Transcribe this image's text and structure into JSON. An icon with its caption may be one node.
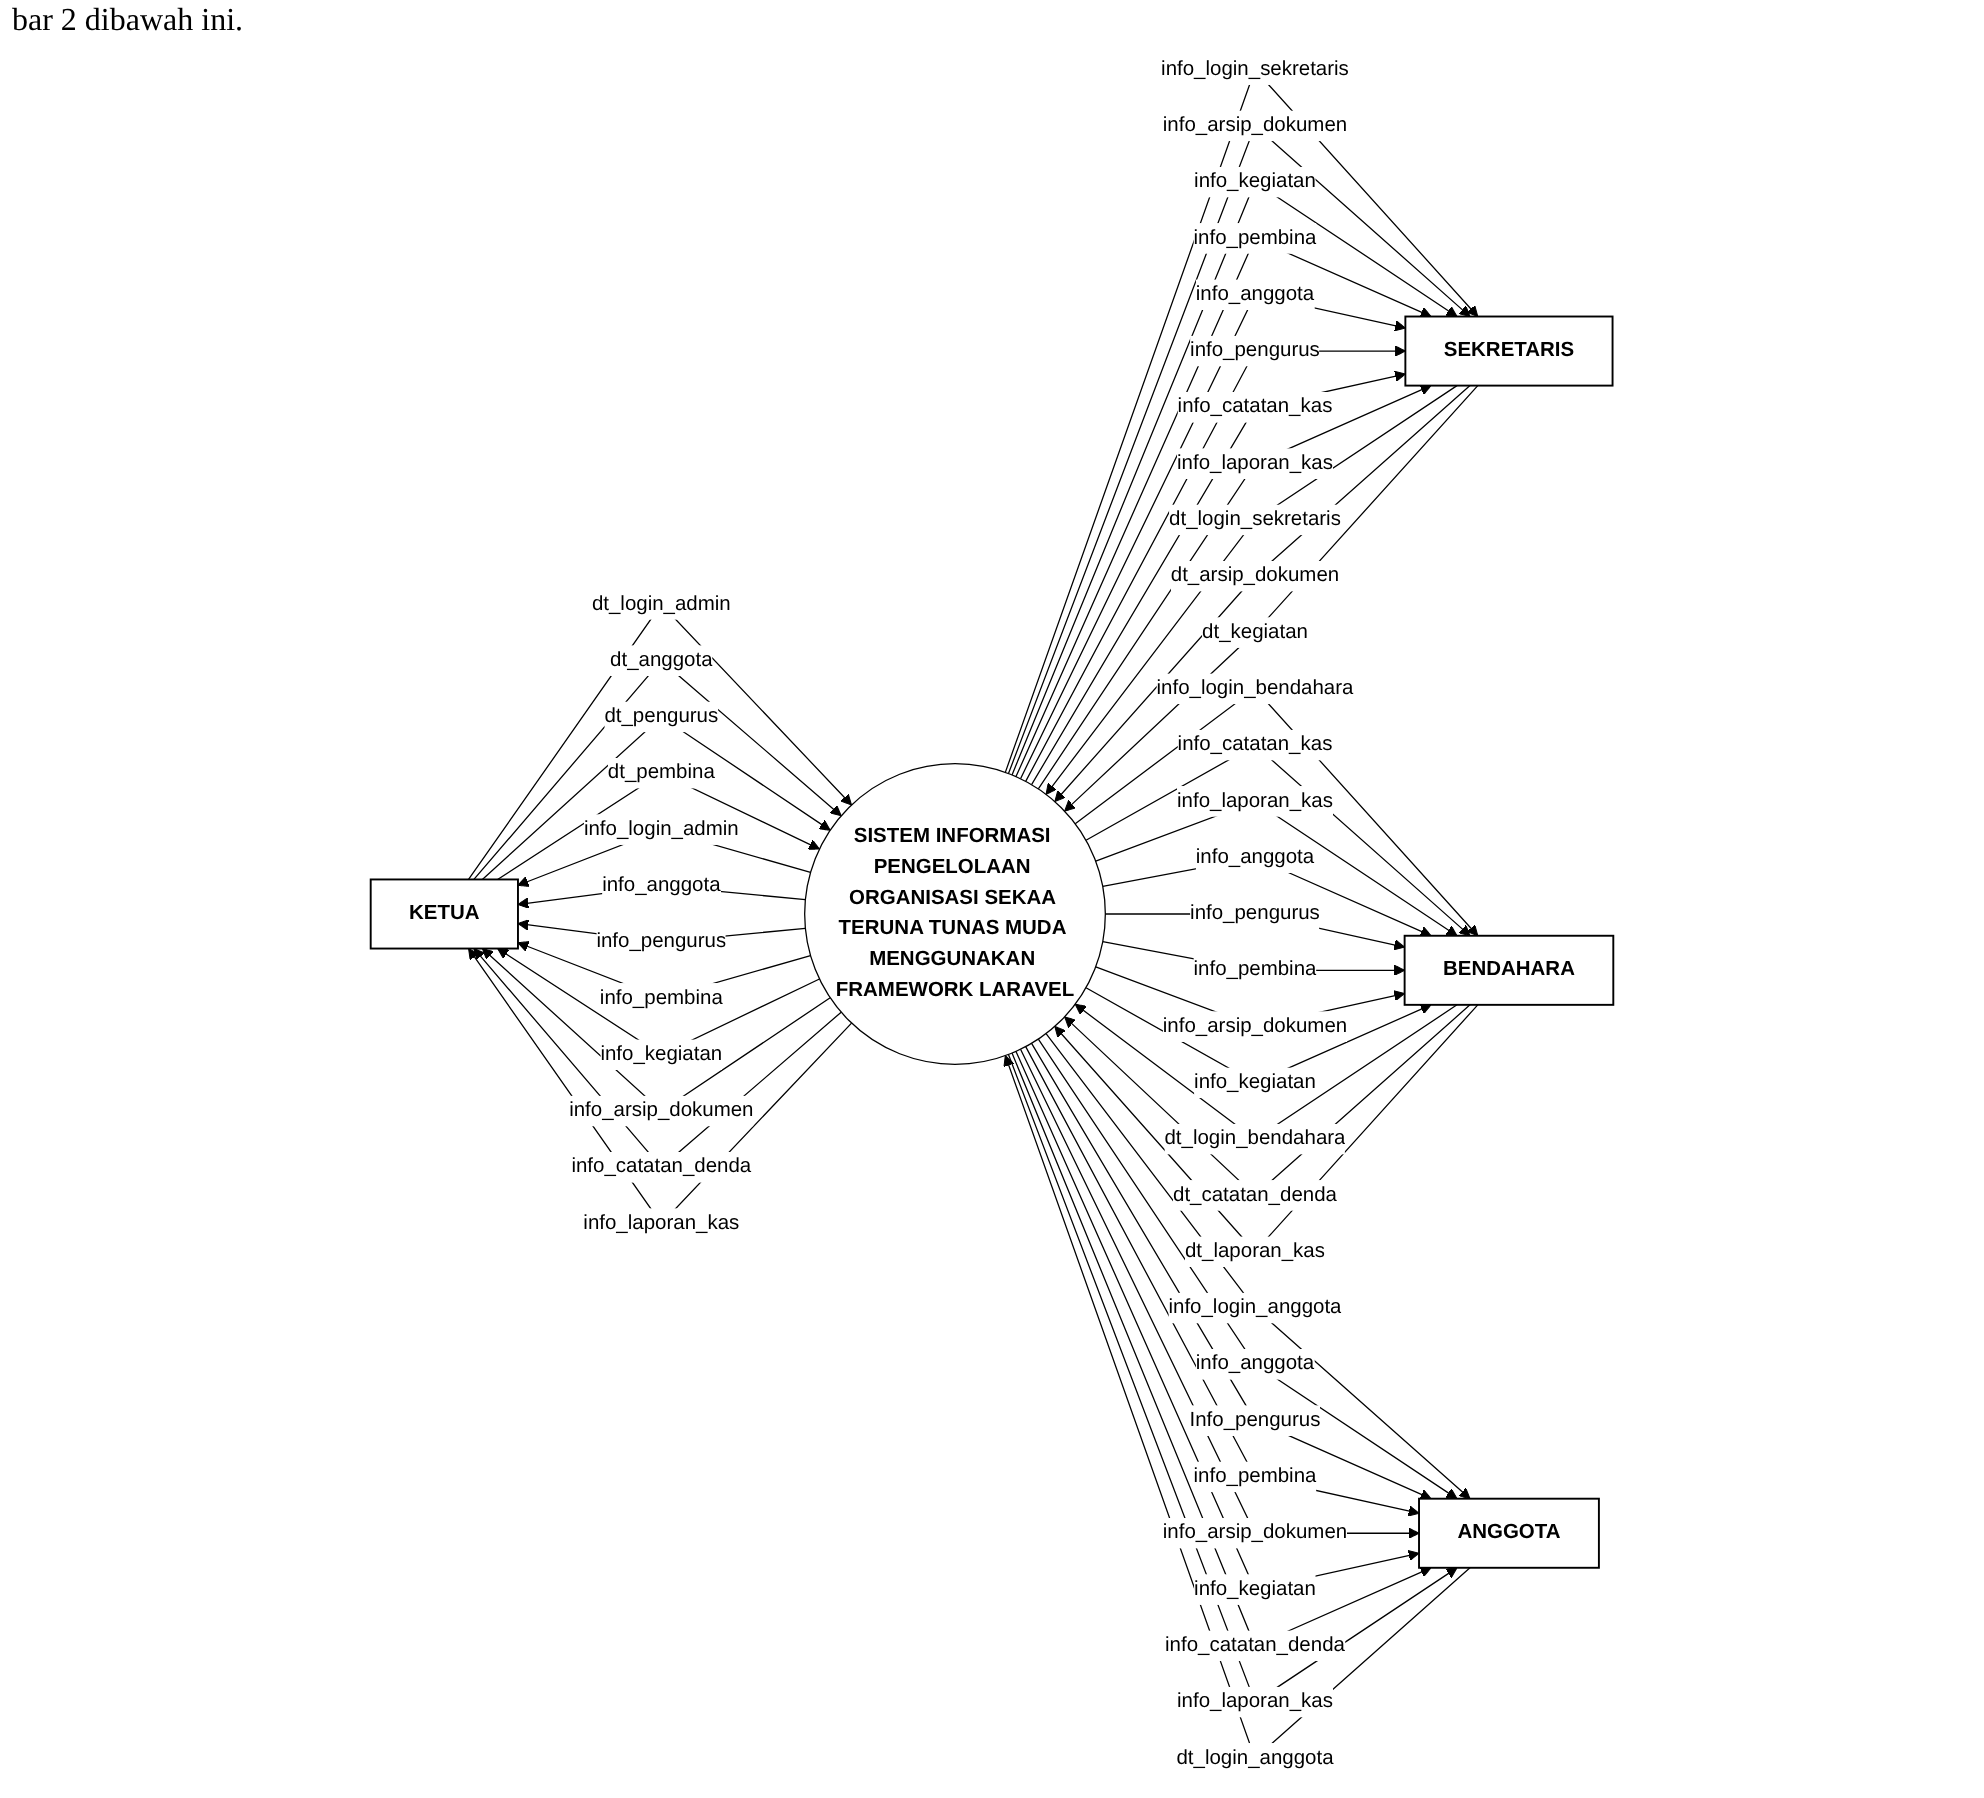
{
  "diagram": {
    "nodes": [
      {
        "text": [
          "KETUA"
        ]
      },
      {
        "text": [
          "SEKRETARIS"
        ]
      },
      {
        "text": [
          "SISTEM INFORMASI PENGELOLAAN ORGANISASI SEKAA TERUNA TUNAS MUDA MENGGUNAKAN FRAMEWORK LARAVEL"
        ]
      },
      {
        "text": [
          "BENDAHARA"
        ]
      },
      {
        "text": [
          "ANGGOTA"
        ]
      }
    ],
    "edges": [
      {
        "from": 0,
        "to": 2,
        "arrow": "to",
        "label": "dt_login_admin"
      },
      {
        "from": 0,
        "to": 2,
        "arrow": "to",
        "label": "dt_anggota"
      },
      {
        "from": 0,
        "to": 2,
        "arrow": "to",
        "label": "dt_pengurus"
      },
      {
        "from": 0,
        "to": 2,
        "arrow": "to",
        "label": "dt_pembina"
      },
      {
        "from": 2,
        "to": 0,
        "arrow": "to",
        "label": "info_login_admin"
      },
      {
        "from": 2,
        "to": 0,
        "arrow": "to",
        "label": "info_anggota"
      },
      {
        "from": 2,
        "to": 0,
        "arrow": "to",
        "label": "info_pengurus"
      },
      {
        "from": 2,
        "to": 0,
        "arrow": "to",
        "label": "info_pembina"
      },
      {
        "from": 2,
        "to": 0,
        "arrow": "to",
        "label": "info_kegiatan"
      },
      {
        "from": 2,
        "to": 0,
        "arrow": "to",
        "label": "info_arsip_dokumen"
      },
      {
        "from": 2,
        "to": 0,
        "arrow": "to",
        "label": "info_catatan_denda"
      },
      {
        "from": 2,
        "to": 0,
        "arrow": "to",
        "label": "info_laporan_kas"
      },
      {
        "from": 1,
        "to": 2,
        "arrow": "to",
        "label": "dt_login_sekretaris"
      },
      {
        "from": 1,
        "to": 2,
        "arrow": "to",
        "label": "dt_arsip_dokumen"
      },
      {
        "from": 1,
        "to": 2,
        "arrow": "to",
        "label": "dt_kegiatan"
      },
      {
        "from": 2,
        "to": 1,
        "arrow": "to",
        "label": "info_login_sekretaris"
      },
      {
        "from": 2,
        "to": 1,
        "arrow": "to",
        "label": "info_arsip_dokumen"
      },
      {
        "from": 2,
        "to": 1,
        "arrow": "to",
        "label": "info_kegiatan"
      },
      {
        "from": 2,
        "to": 1,
        "arrow": "to",
        "label": "info_pembina"
      },
      {
        "from": 2,
        "to": 1,
        "arrow": "to",
        "label": "info_anggota"
      },
      {
        "from": 2,
        "to": 1,
        "arrow": "to",
        "label": "info_pengurus"
      },
      {
        "from": 2,
        "to": 1,
        "arrow": "to",
        "label": "info_catatan_kas"
      },
      {
        "from": 2,
        "to": 1,
        "arrow": "to",
        "label": "info_laporan_kas"
      },
      {
        "from": 3,
        "to": 2,
        "arrow": "to",
        "label": "dt_login_bendahara"
      },
      {
        "from": 3,
        "to": 2,
        "arrow": "to",
        "label": "dt_catatan_denda"
      },
      {
        "from": 3,
        "to": 2,
        "arrow": "to",
        "label": "dt_laporan_kas"
      },
      {
        "from": 2,
        "to": 3,
        "arrow": "to",
        "label": "info_login_bendahara"
      },
      {
        "from": 2,
        "to": 3,
        "arrow": "to",
        "label": "info_catatan_kas"
      },
      {
        "from": 2,
        "to": 3,
        "arrow": "to",
        "label": "info_laporan_kas"
      },
      {
        "from": 2,
        "to": 3,
        "arrow": "to",
        "label": "info_anggota"
      },
      {
        "from": 2,
        "to": 3,
        "arrow": "to",
        "label": "info_pengurus"
      },
      {
        "from": 2,
        "to": 3,
        "arrow": "to",
        "label": "info_pembina"
      },
      {
        "from": 2,
        "to": 3,
        "arrow": "to",
        "label": "info_arsip_dokumen"
      },
      {
        "from": 2,
        "to": 3,
        "arrow": "to",
        "label": "info_kegiatan"
      },
      {
        "from": 4,
        "to": 2,
        "arrow": "to",
        "label": "dt_login_anggota"
      },
      {
        "from": 2,
        "to": 4,
        "arrow": "to",
        "label": "info_login_anggota"
      },
      {
        "from": 2,
        "to": 4,
        "arrow": "to",
        "label": "info_anggota"
      },
      {
        "from": 2,
        "to": 4,
        "arrow": "to",
        "label": "Info_pengurus"
      },
      {
        "from": 2,
        "to": 4,
        "arrow": "to",
        "label": "info_pembina"
      },
      {
        "from": 2,
        "to": 4,
        "arrow": "to",
        "label": "info_arsip_dokumen"
      },
      {
        "from": 2,
        "to": 4,
        "arrow": "to",
        "label": "info_kegiatan"
      },
      {
        "from": 2,
        "to": 4,
        "arrow": "to",
        "label": "info_catatan_denda"
      },
      {
        "from": 2,
        "to": 4,
        "arrow": "to",
        "label": "info_laporan_kas"
      }
    ],
    "labels": [
      "bar 2 dibawah ini."
    ]
  }
}
